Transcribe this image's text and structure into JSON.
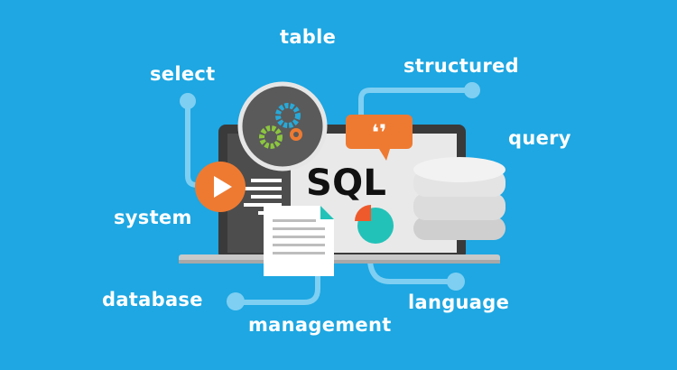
{
  "labels": {
    "table": "table",
    "select": "select",
    "structured": "structured",
    "query": "query",
    "system": "system",
    "database": "database",
    "management": "management",
    "language": "language"
  },
  "screen": {
    "title": "SQL"
  },
  "colors": {
    "background": "#1ea7e2",
    "orange": "#ee7a31",
    "teal": "#23c2b8",
    "green": "#8cc63f",
    "dark": "#4a4a4a",
    "connector": "#7fcff2"
  }
}
